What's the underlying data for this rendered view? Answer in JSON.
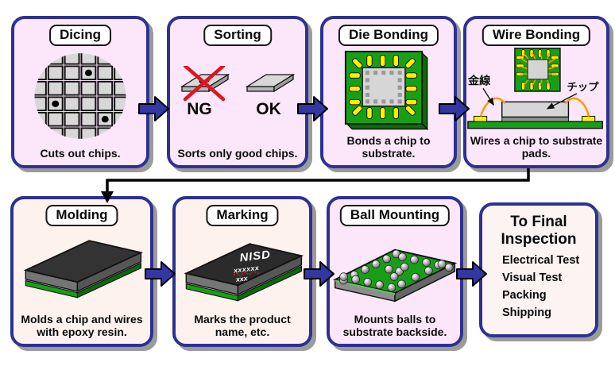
{
  "panels": [
    {
      "title": "Dicing",
      "caption": "Cuts out chips."
    },
    {
      "title": "Sorting",
      "caption": "Sorts only good chips.",
      "bad_chip_label": "NG",
      "good_chip_label": "OK"
    },
    {
      "title": "Die Bonding",
      "caption": "Bonds a chip to substrate."
    },
    {
      "title": "Wire Bonding",
      "caption": "Wires a chip to substrate pads.",
      "gold_wire_label": "金線",
      "chip_label": "チップ"
    },
    {
      "title": "Molding",
      "caption": "Molds a chip and wires with epoxy resin."
    },
    {
      "title": "Marking",
      "caption": "Marks the product name, etc.",
      "package_marking": {
        "line1": "NISD",
        "line2": "xxxxxx",
        "line3": "xxx"
      }
    },
    {
      "title": "Ball Mounting",
      "caption": "Mounts balls to substrate backside."
    },
    {
      "title": "To Final Inspection",
      "items": [
        "Electrical Test",
        "Visual Test",
        "Packing",
        "Shipping"
      ]
    }
  ],
  "colors": {
    "panel_border": "#2e3192",
    "panel_pink": "#fbe7f9",
    "panel_cream": "#fdf2ee",
    "arrow_fill": "#3237a2",
    "substrate_green": "#17a017",
    "pad_yellow": "#ffee00",
    "wire_orange": "#ff9900",
    "reject_red": "#e01422",
    "connector": "#000000"
  }
}
